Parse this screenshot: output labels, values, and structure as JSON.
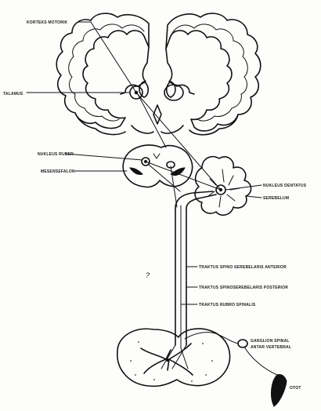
{
  "labels": {
    "korteks_motorik": "KORTEKS MOTORIK",
    "talamus": "TALAMUS",
    "nukleus_ruber": "NUKLEUS RUBER",
    "mesensefalon": "MESENSEFALON",
    "nukleus_dentatus": "NUKLEUS DENTATUS",
    "serebelum": "SEREBELUM",
    "traktus_anterior": "TRAKTUS SPINO SEREBELARIS ANTERIOR",
    "traktus_posterior": "TRAKTUS SPINOSEREBELARIS POSTERIOR",
    "traktus_rubro": "TRAKTUS RUBRO SPINALIS",
    "ganglion_line1": "GANGLION SPINAL",
    "ganglion_line2": "ANTAR VERTEBRAL",
    "otot": "OTOT",
    "scribble": "?"
  }
}
